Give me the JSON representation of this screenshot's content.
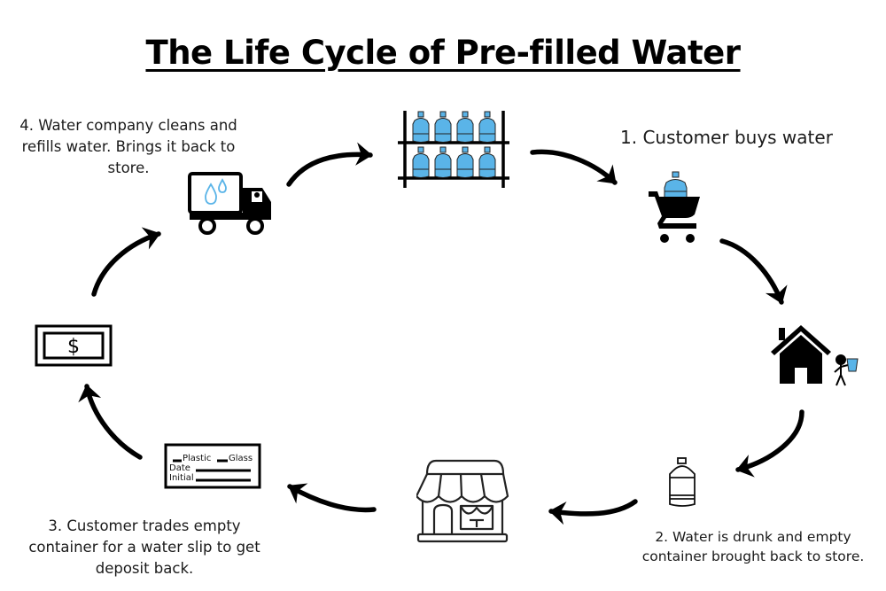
{
  "title": "The Life Cycle of Pre-filled Water",
  "colors": {
    "water_blue": "#5AB4E8",
    "ink": "#000000"
  },
  "steps": {
    "step1": "1. Customer buys water",
    "step2": "2. Water is drunk and empty container brought back to store.",
    "step3": "3. Customer trades empty container for a water slip to get deposit back.",
    "step4": "4. Water company cleans and refills water. Brings it back to store."
  },
  "icons": {
    "shelf": "water-jug-shelf-icon",
    "cart": "shopping-cart-with-jug-icon",
    "house": "house-with-person-drinking-icon",
    "jug": "empty-water-jug-icon",
    "store": "storefront-icon",
    "slip": "water-slip-icon",
    "money": "dollar-bill-icon",
    "truck": "delivery-truck-icon"
  },
  "slip": {
    "plastic": "Plastic",
    "glass": "Glass",
    "date": "Date",
    "initial": "Initial"
  },
  "money_symbol": "$"
}
